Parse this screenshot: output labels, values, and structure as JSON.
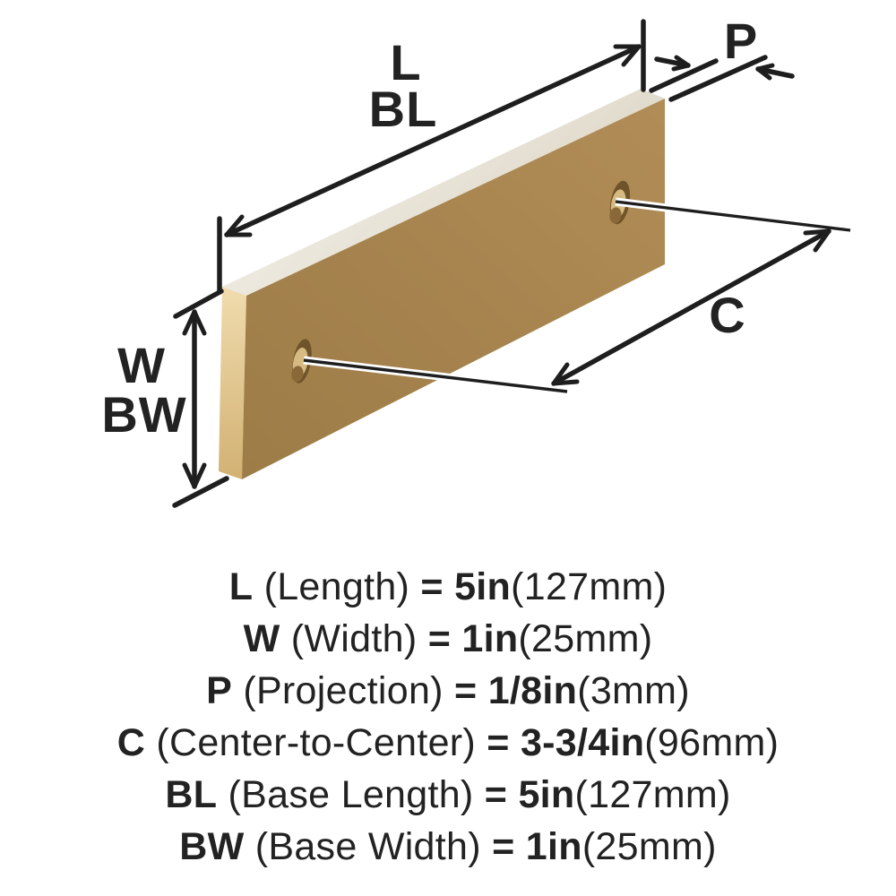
{
  "diagram": {
    "labels": {
      "length": "L",
      "base_length": "BL",
      "projection": "P",
      "width": "W",
      "base_width": "BW",
      "center_to_center": "C"
    },
    "colors": {
      "background": "#ffffff",
      "line": "#1e1e1e",
      "text": "#222222",
      "plate_face": "#b18c56",
      "plate_face_shade": "#9d7c47",
      "plate_side": "#f0dcae",
      "plate_side_shade": "#d2b173",
      "plate_top": "#f6f3ec",
      "plate_top_shade": "#ddd7c7",
      "hole_dark": "#6f5329",
      "hole_mid": "#8a6838",
      "hole_light": "#d6ba82",
      "screw_casing": "#ffffff"
    }
  },
  "legend": {
    "lines": [
      {
        "symbol": "L",
        "name": " (Length) ",
        "equals": "= ",
        "imperial": "5in",
        "metric": "(127mm)"
      },
      {
        "symbol": "W",
        "name": " (Width) ",
        "equals": "= ",
        "imperial": "1in",
        "metric": "(25mm)"
      },
      {
        "symbol": "P",
        "name": " (Projection) ",
        "equals": "= ",
        "imperial": "1/8in",
        "metric": "(3mm)"
      },
      {
        "symbol": "C",
        "name": " (Center-to-Center) ",
        "equals": "= ",
        "imperial": "3-3/4in",
        "metric": "(96mm)"
      },
      {
        "symbol": "BL",
        "name": " (Base Length) ",
        "equals": "= ",
        "imperial": "5in",
        "metric": "(127mm)"
      },
      {
        "symbol": "BW",
        "name": " (Base Width) ",
        "equals": "= ",
        "imperial": "1in",
        "metric": "(25mm)"
      }
    ]
  }
}
